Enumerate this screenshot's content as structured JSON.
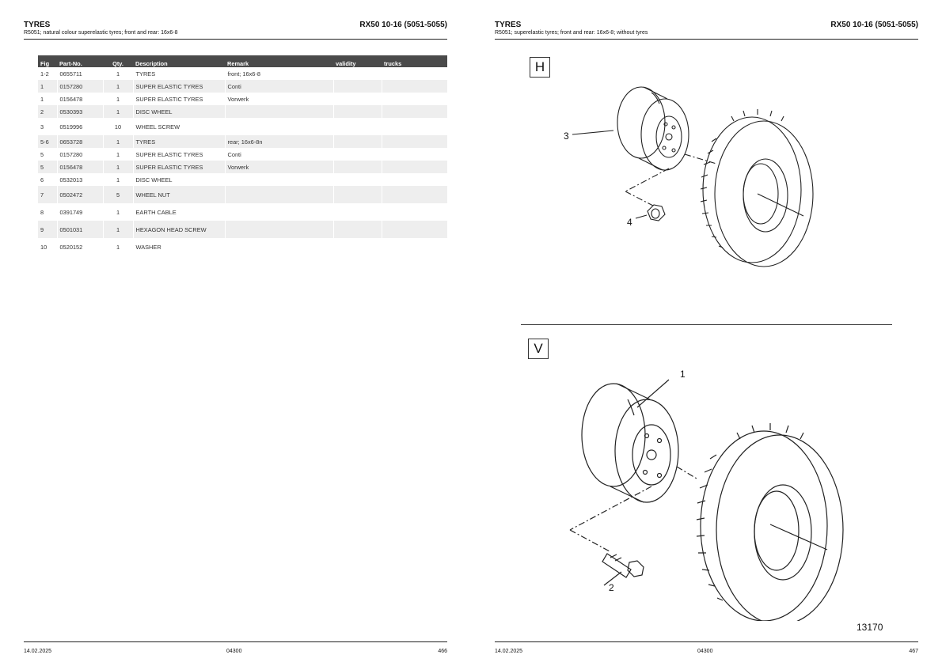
{
  "left_page": {
    "header": {
      "title": "TYRES",
      "subtitle": "R5051; natural colour superelastic tyres; front and rear: 16x6-8",
      "model": "RX50 10-16 (5051-5055)"
    },
    "table": {
      "columns": [
        "Fig",
        "Part-No.",
        "Qty.",
        "Description",
        "Remark",
        "validity",
        "trucks"
      ],
      "rows": [
        {
          "fig": "1-2",
          "part": "0655711",
          "qty": "1",
          "desc": "TYRES",
          "remark": "front; 16x6-8"
        },
        {
          "fig": "1",
          "part": "0157280",
          "qty": "1",
          "desc": "SUPER ELASTIC TYRES",
          "remark": "Conti"
        },
        {
          "fig": "1",
          "part": "0156478",
          "qty": "1",
          "desc": "SUPER ELASTIC TYRES",
          "remark": "Vorwerk"
        },
        {
          "fig": "2",
          "part": "0530393",
          "qty": "1",
          "desc": "DISC WHEEL",
          "remark": ""
        },
        {
          "fig": "3",
          "part": "0519996",
          "qty": "10",
          "desc": "WHEEL SCREW",
          "remark": ""
        },
        {
          "fig": "5-6",
          "part": "0653728",
          "qty": "1",
          "desc": "TYRES",
          "remark": "rear; 16x6-8n"
        },
        {
          "fig": "5",
          "part": "0157280",
          "qty": "1",
          "desc": "SUPER ELASTIC TYRES",
          "remark": "Conti"
        },
        {
          "fig": "5",
          "part": "0156478",
          "qty": "1",
          "desc": "SUPER ELASTIC TYRES",
          "remark": "Vorwerk"
        },
        {
          "fig": "6",
          "part": "0532013",
          "qty": "1",
          "desc": "DISC WHEEL",
          "remark": ""
        },
        {
          "fig": "7",
          "part": "0502472",
          "qty": "5",
          "desc": "WHEEL NUT",
          "remark": ""
        },
        {
          "fig": "8",
          "part": "0391749",
          "qty": "1",
          "desc": "EARTH CABLE",
          "remark": ""
        },
        {
          "fig": "9",
          "part": "0501031",
          "qty": "1",
          "desc": "HEXAGON HEAD SCREW",
          "remark": ""
        },
        {
          "fig": "10",
          "part": "0520152",
          "qty": "1",
          "desc": "WASHER",
          "remark": ""
        }
      ]
    },
    "footer": {
      "date": "14.02.2025",
      "code": "04300",
      "page": "466"
    }
  },
  "right_page": {
    "header": {
      "title": "TYRES",
      "subtitle": "R5051; superelastic tyres; front and rear: 16x6-8; without tyres",
      "model": "RX50 10-16 (5051-5055)"
    },
    "figures": {
      "top_letter": "H",
      "bottom_letter": "V",
      "callouts": {
        "c3": "3",
        "c4": "4",
        "c1": "1",
        "c2": "2"
      },
      "drawing_number": "13170"
    },
    "footer": {
      "date": "14.02.2025",
      "code": "04300",
      "page": "467"
    }
  }
}
